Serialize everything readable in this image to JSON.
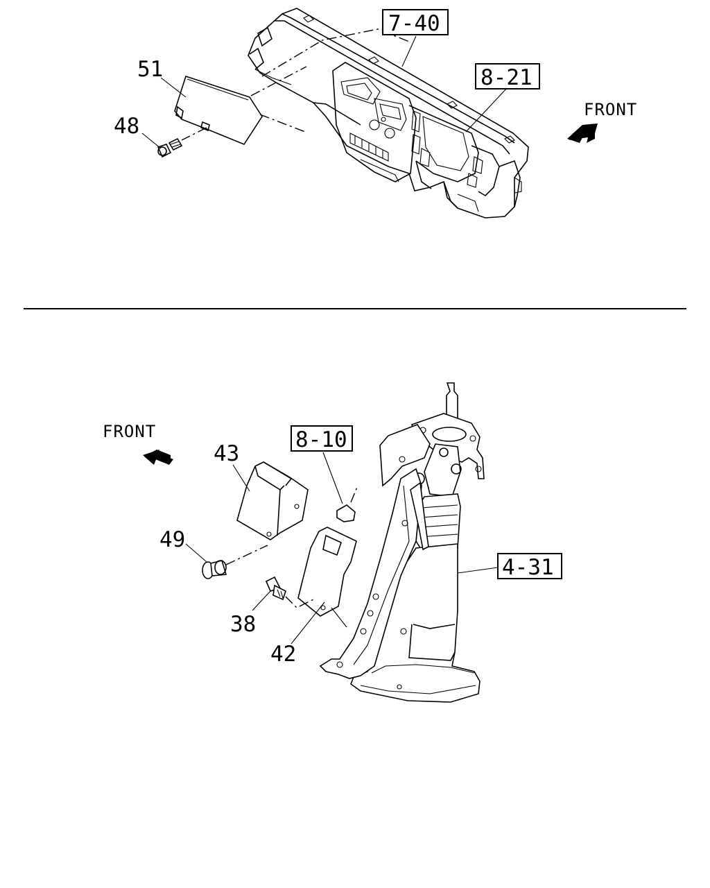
{
  "diagram": {
    "top_view": {
      "front_label": "FRONT",
      "refs": {
        "ref_a": "7-40",
        "ref_b": "8-21"
      },
      "parts": {
        "p51": "51",
        "p48": "48"
      }
    },
    "bottom_view": {
      "front_label": "FRONT",
      "refs": {
        "ref_a": "8-10",
        "ref_b": "4-31"
      },
      "parts": {
        "p43": "43",
        "p49": "49",
        "p38": "38",
        "p42": "42"
      }
    }
  }
}
